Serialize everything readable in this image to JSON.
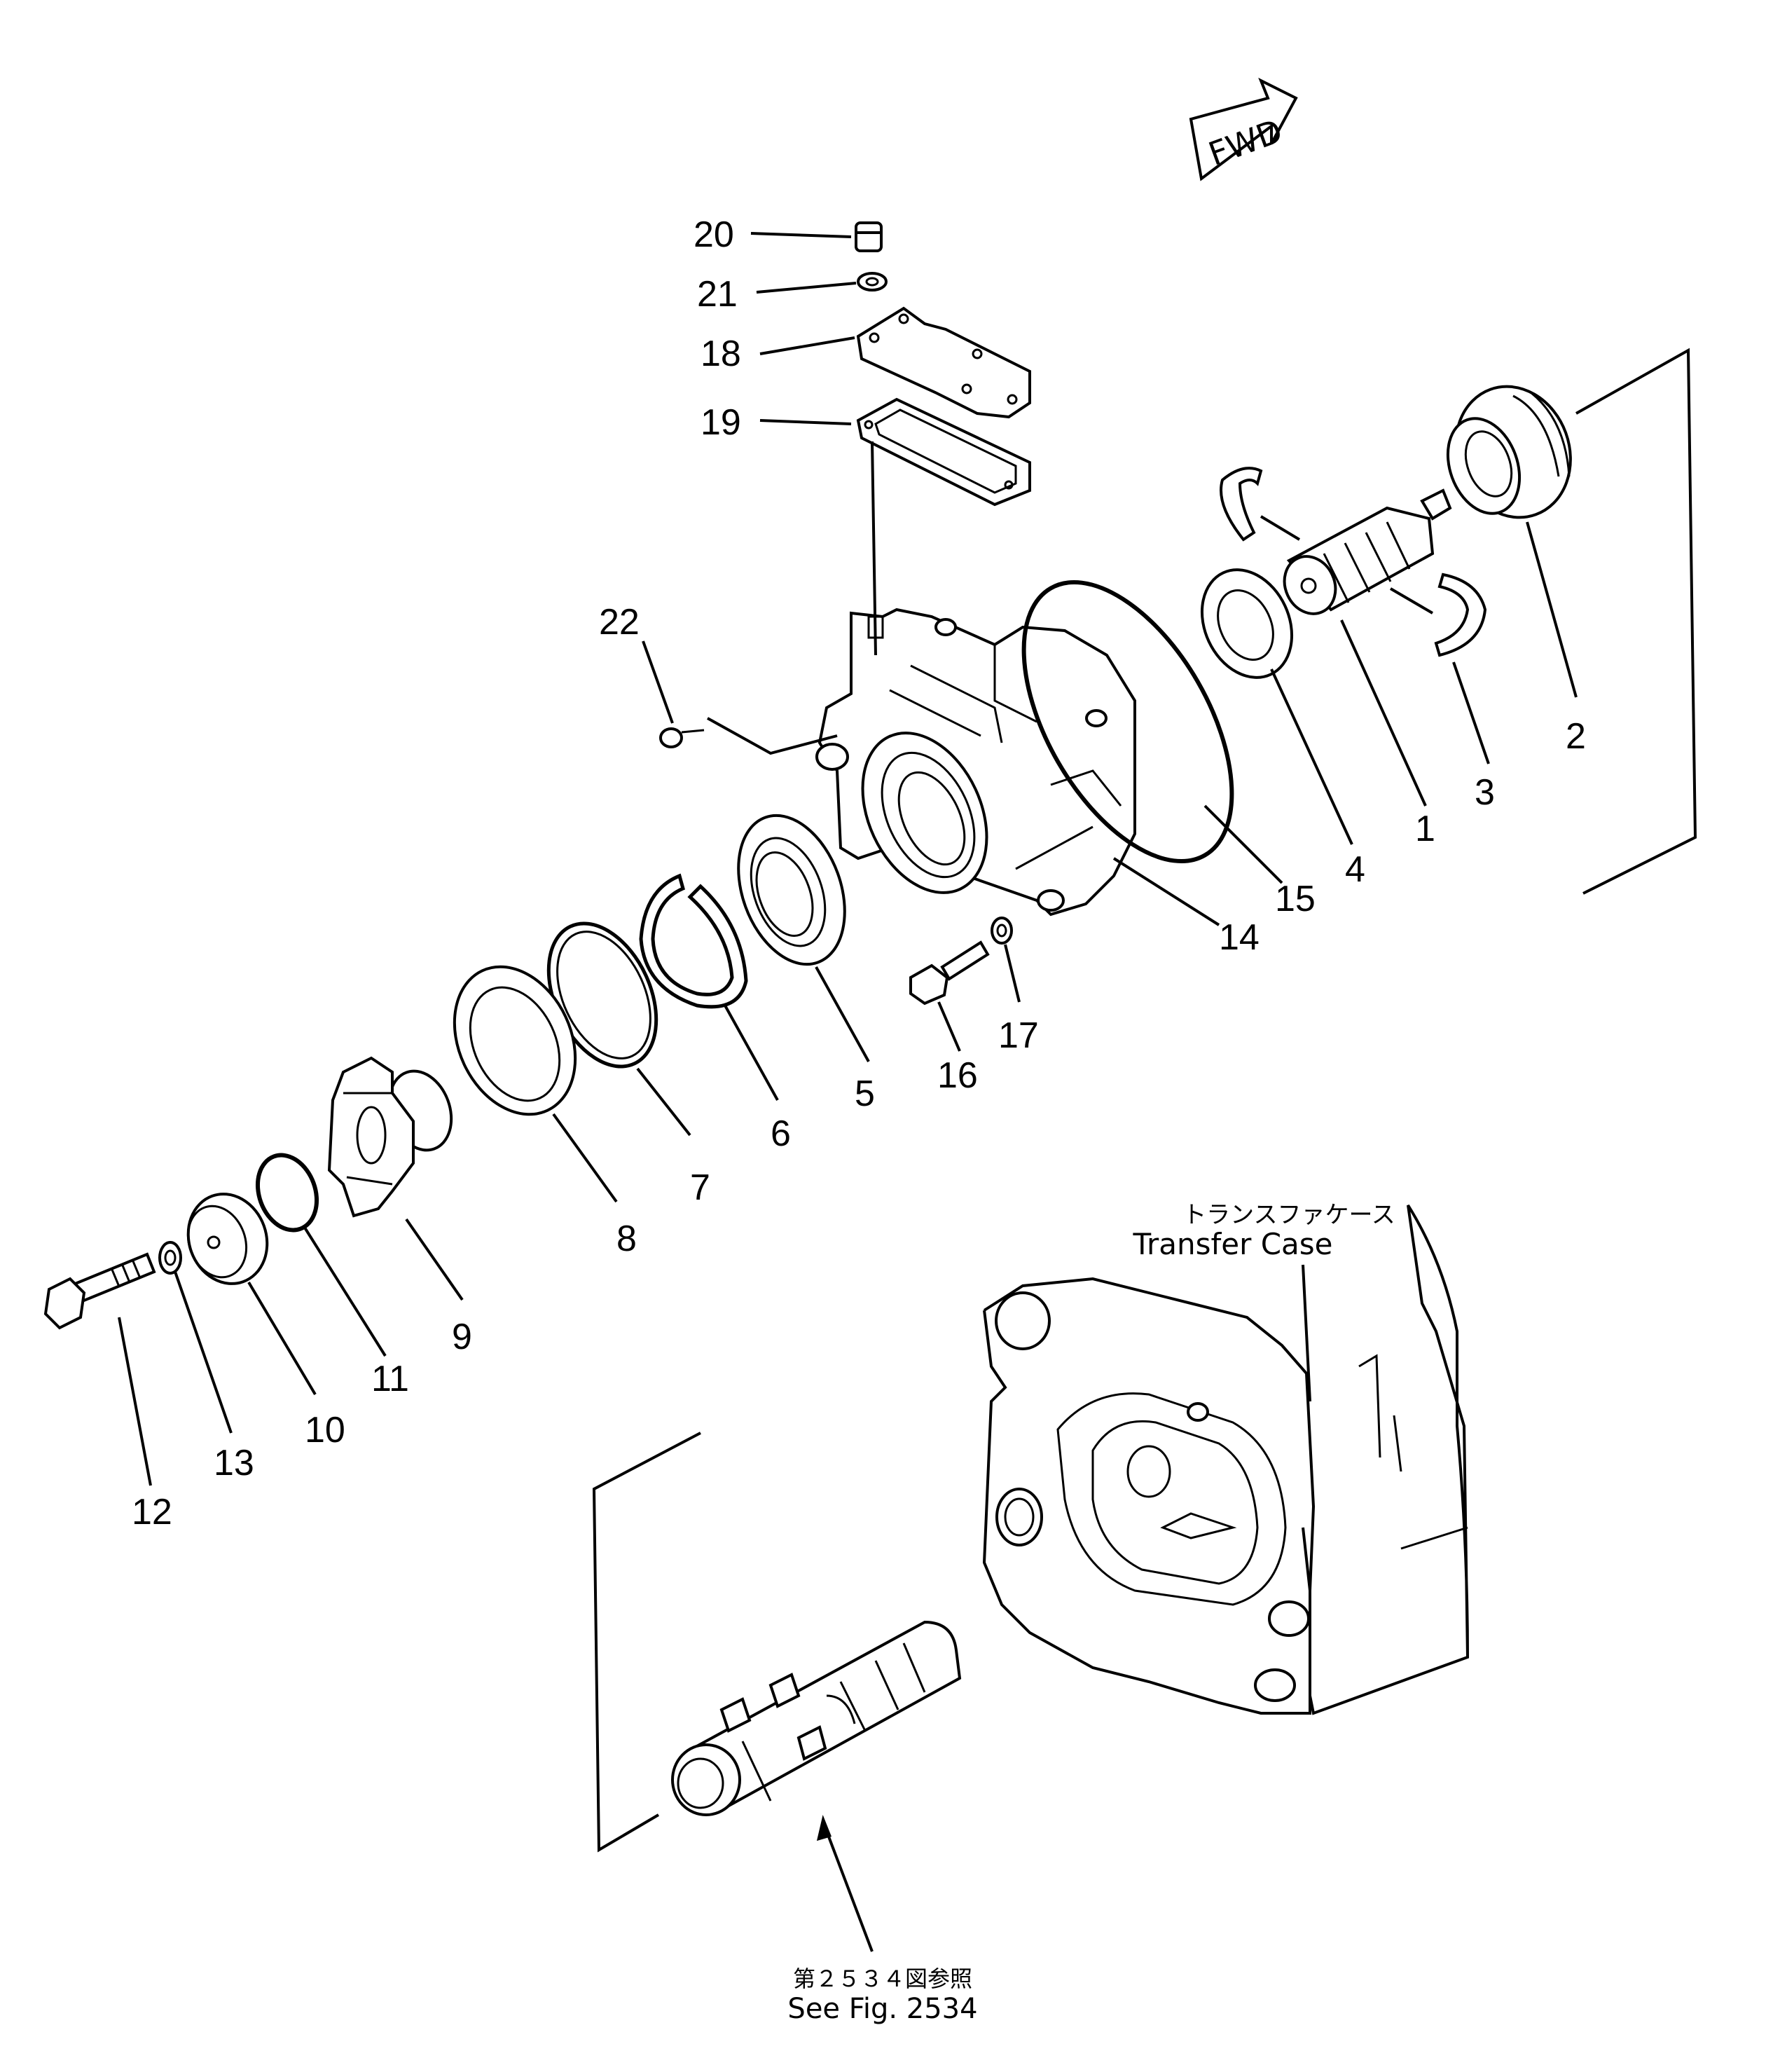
{
  "fwd_label": "FWD",
  "transfer_case": {
    "label_jp": "トランスファケース",
    "label_en": "Transfer Case"
  },
  "reference": {
    "label_jp": "第２５３４図参照",
    "label_en": "See Fig. 2534"
  },
  "callouts": [
    "1",
    "2",
    "3",
    "4",
    "5",
    "6",
    "7",
    "8",
    "9",
    "10",
    "11",
    "12",
    "13",
    "14",
    "15",
    "16",
    "17",
    "18",
    "19",
    "20",
    "21",
    "22"
  ]
}
